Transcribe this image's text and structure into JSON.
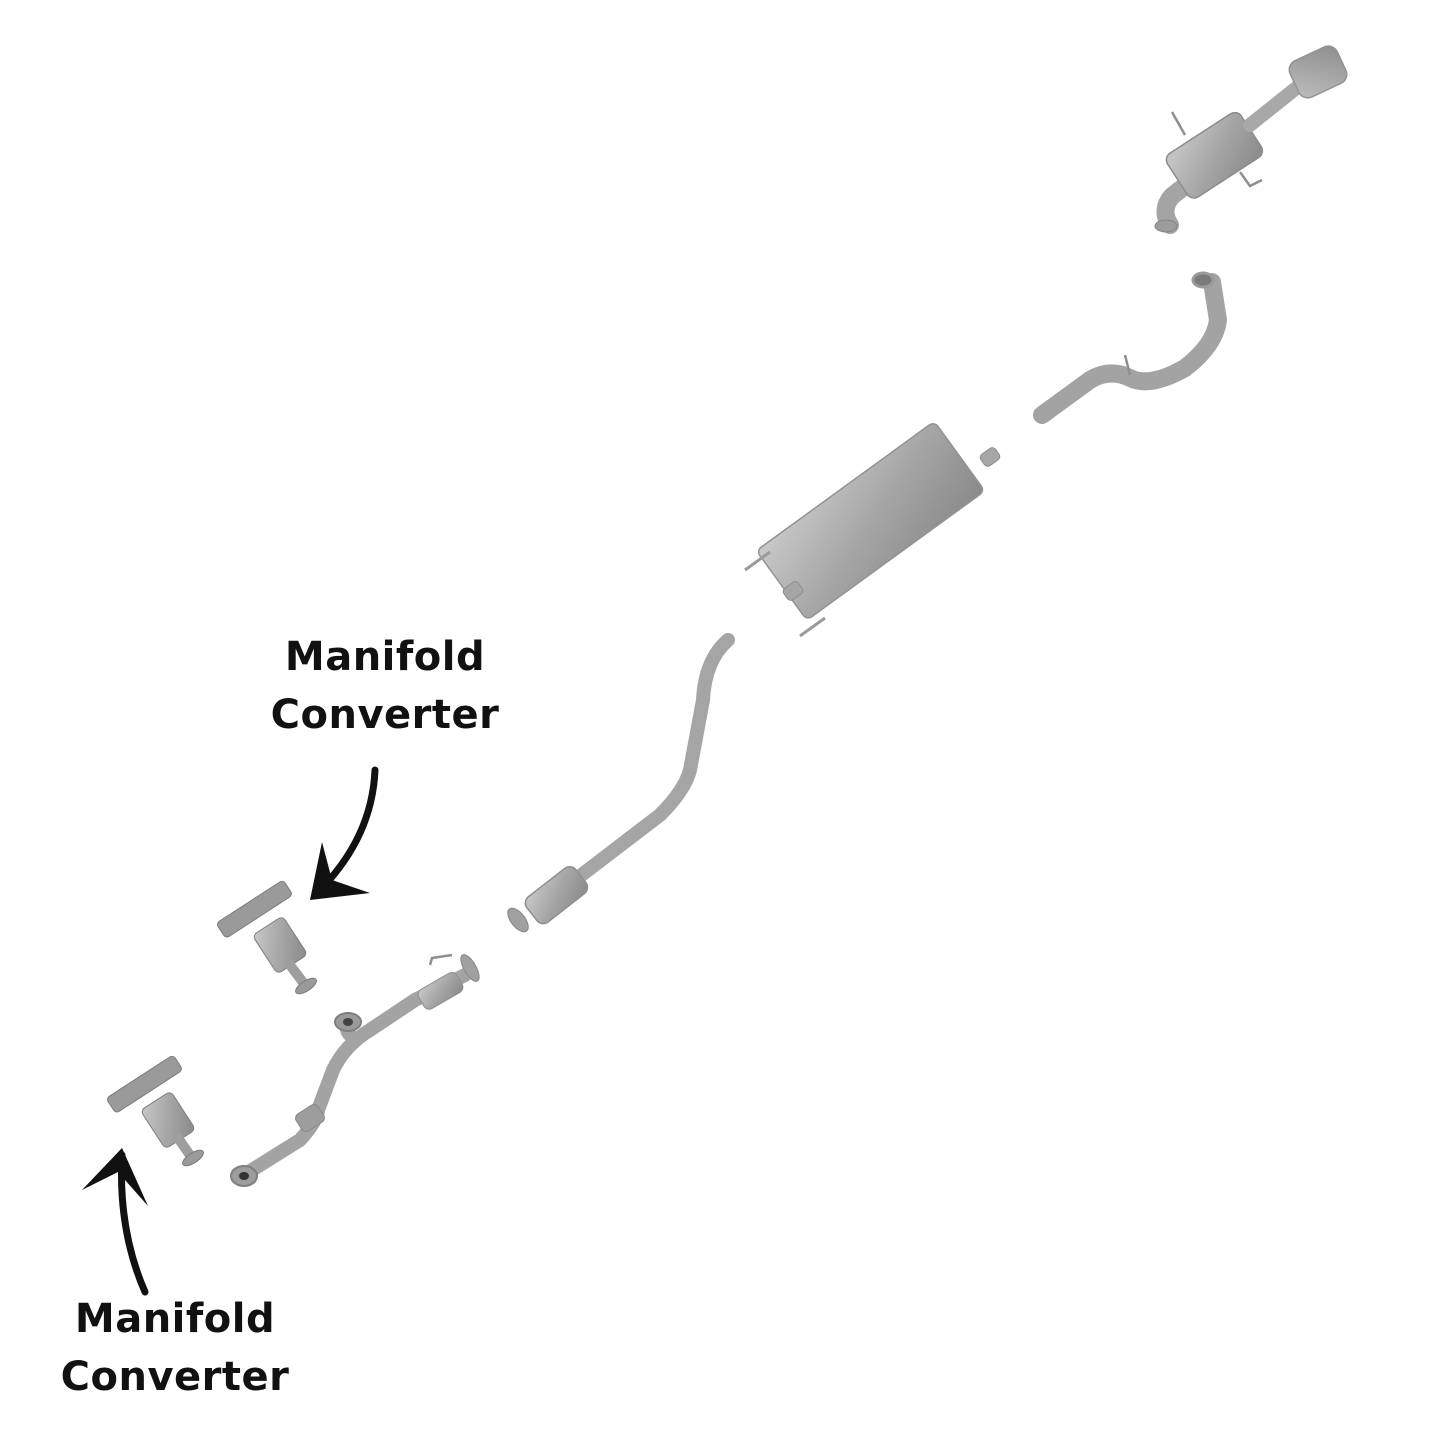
{
  "diagram": {
    "type": "exploded-view exhaust system",
    "background": "#ffffff",
    "part_color": "#a9a9a9",
    "part_shadow": "#7d7d7d",
    "part_highlight": "#cfcfcf",
    "annotation_color": "#111111",
    "parts": [
      {
        "id": "rear-muffler-tailpipe",
        "name": "Rear Muffler with Tailpipe"
      },
      {
        "id": "intermediate-pipe",
        "name": "Intermediate Pipe"
      },
      {
        "id": "center-muffler",
        "name": "Center Muffler"
      },
      {
        "id": "front-pipe-catalytic-converter",
        "name": "Front Pipe with Catalytic Converter"
      },
      {
        "id": "y-pipe",
        "name": "Y-Pipe"
      },
      {
        "id": "manifold-converter-upper",
        "name": "Manifold Converter"
      },
      {
        "id": "manifold-converter-lower",
        "name": "Manifold Converter"
      }
    ],
    "labels": [
      {
        "id": "upper",
        "line1": "Manifold",
        "line2": "Converter",
        "points_to": "manifold-converter-upper"
      },
      {
        "id": "lower",
        "line1": "Manifold",
        "line2": "Converter",
        "points_to": "manifold-converter-lower"
      }
    ]
  }
}
